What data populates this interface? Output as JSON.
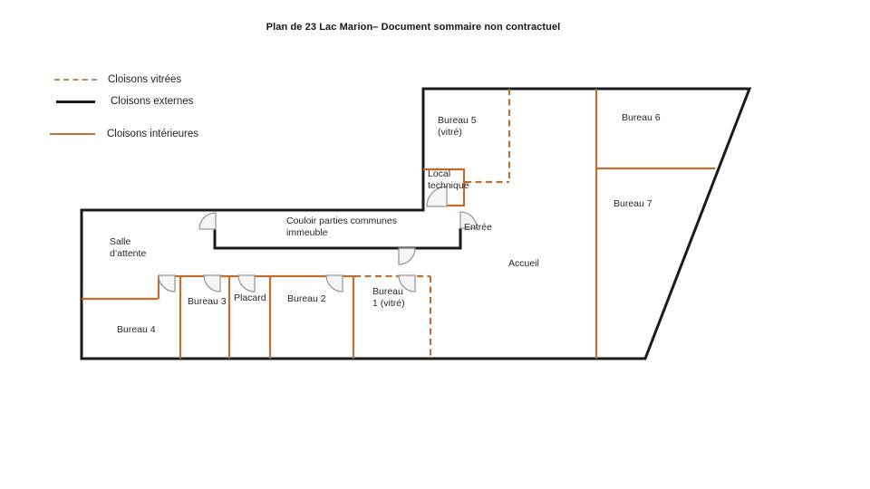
{
  "title": "Plan de 23 Lac Marion– Document sommaire non contractuel",
  "legend": {
    "items": [
      {
        "label": "Cloisons vitrées"
      },
      {
        "label": "Cloisons externes"
      },
      {
        "label": "Cloisons intérieures"
      }
    ]
  },
  "plan": {
    "labels": {
      "bureau5": "Bureau 5\n(vitré)",
      "bureau6": "Bureau 6",
      "bureau7": "Bureau 7",
      "local_technique": "Local\ntechnique",
      "entree": "Entrée",
      "accueil": "Accueil",
      "couloir": "Couloir parties communes\nimmeuble",
      "salle_attente": "Salle\nd’attente",
      "bureau3": "Bureau 3",
      "placard": "Placard",
      "bureau2": "Bureau 2",
      "bureau1": "Bureau\n1 (vitré)",
      "bureau4": "Bureau 4"
    }
  },
  "colors": {
    "external_wall": "#1b1b1b",
    "interior_wall": "#c06e30",
    "glazed_wall": "#b96f35",
    "legend_glazed": "#c08a52",
    "door_swing": "#999999"
  }
}
